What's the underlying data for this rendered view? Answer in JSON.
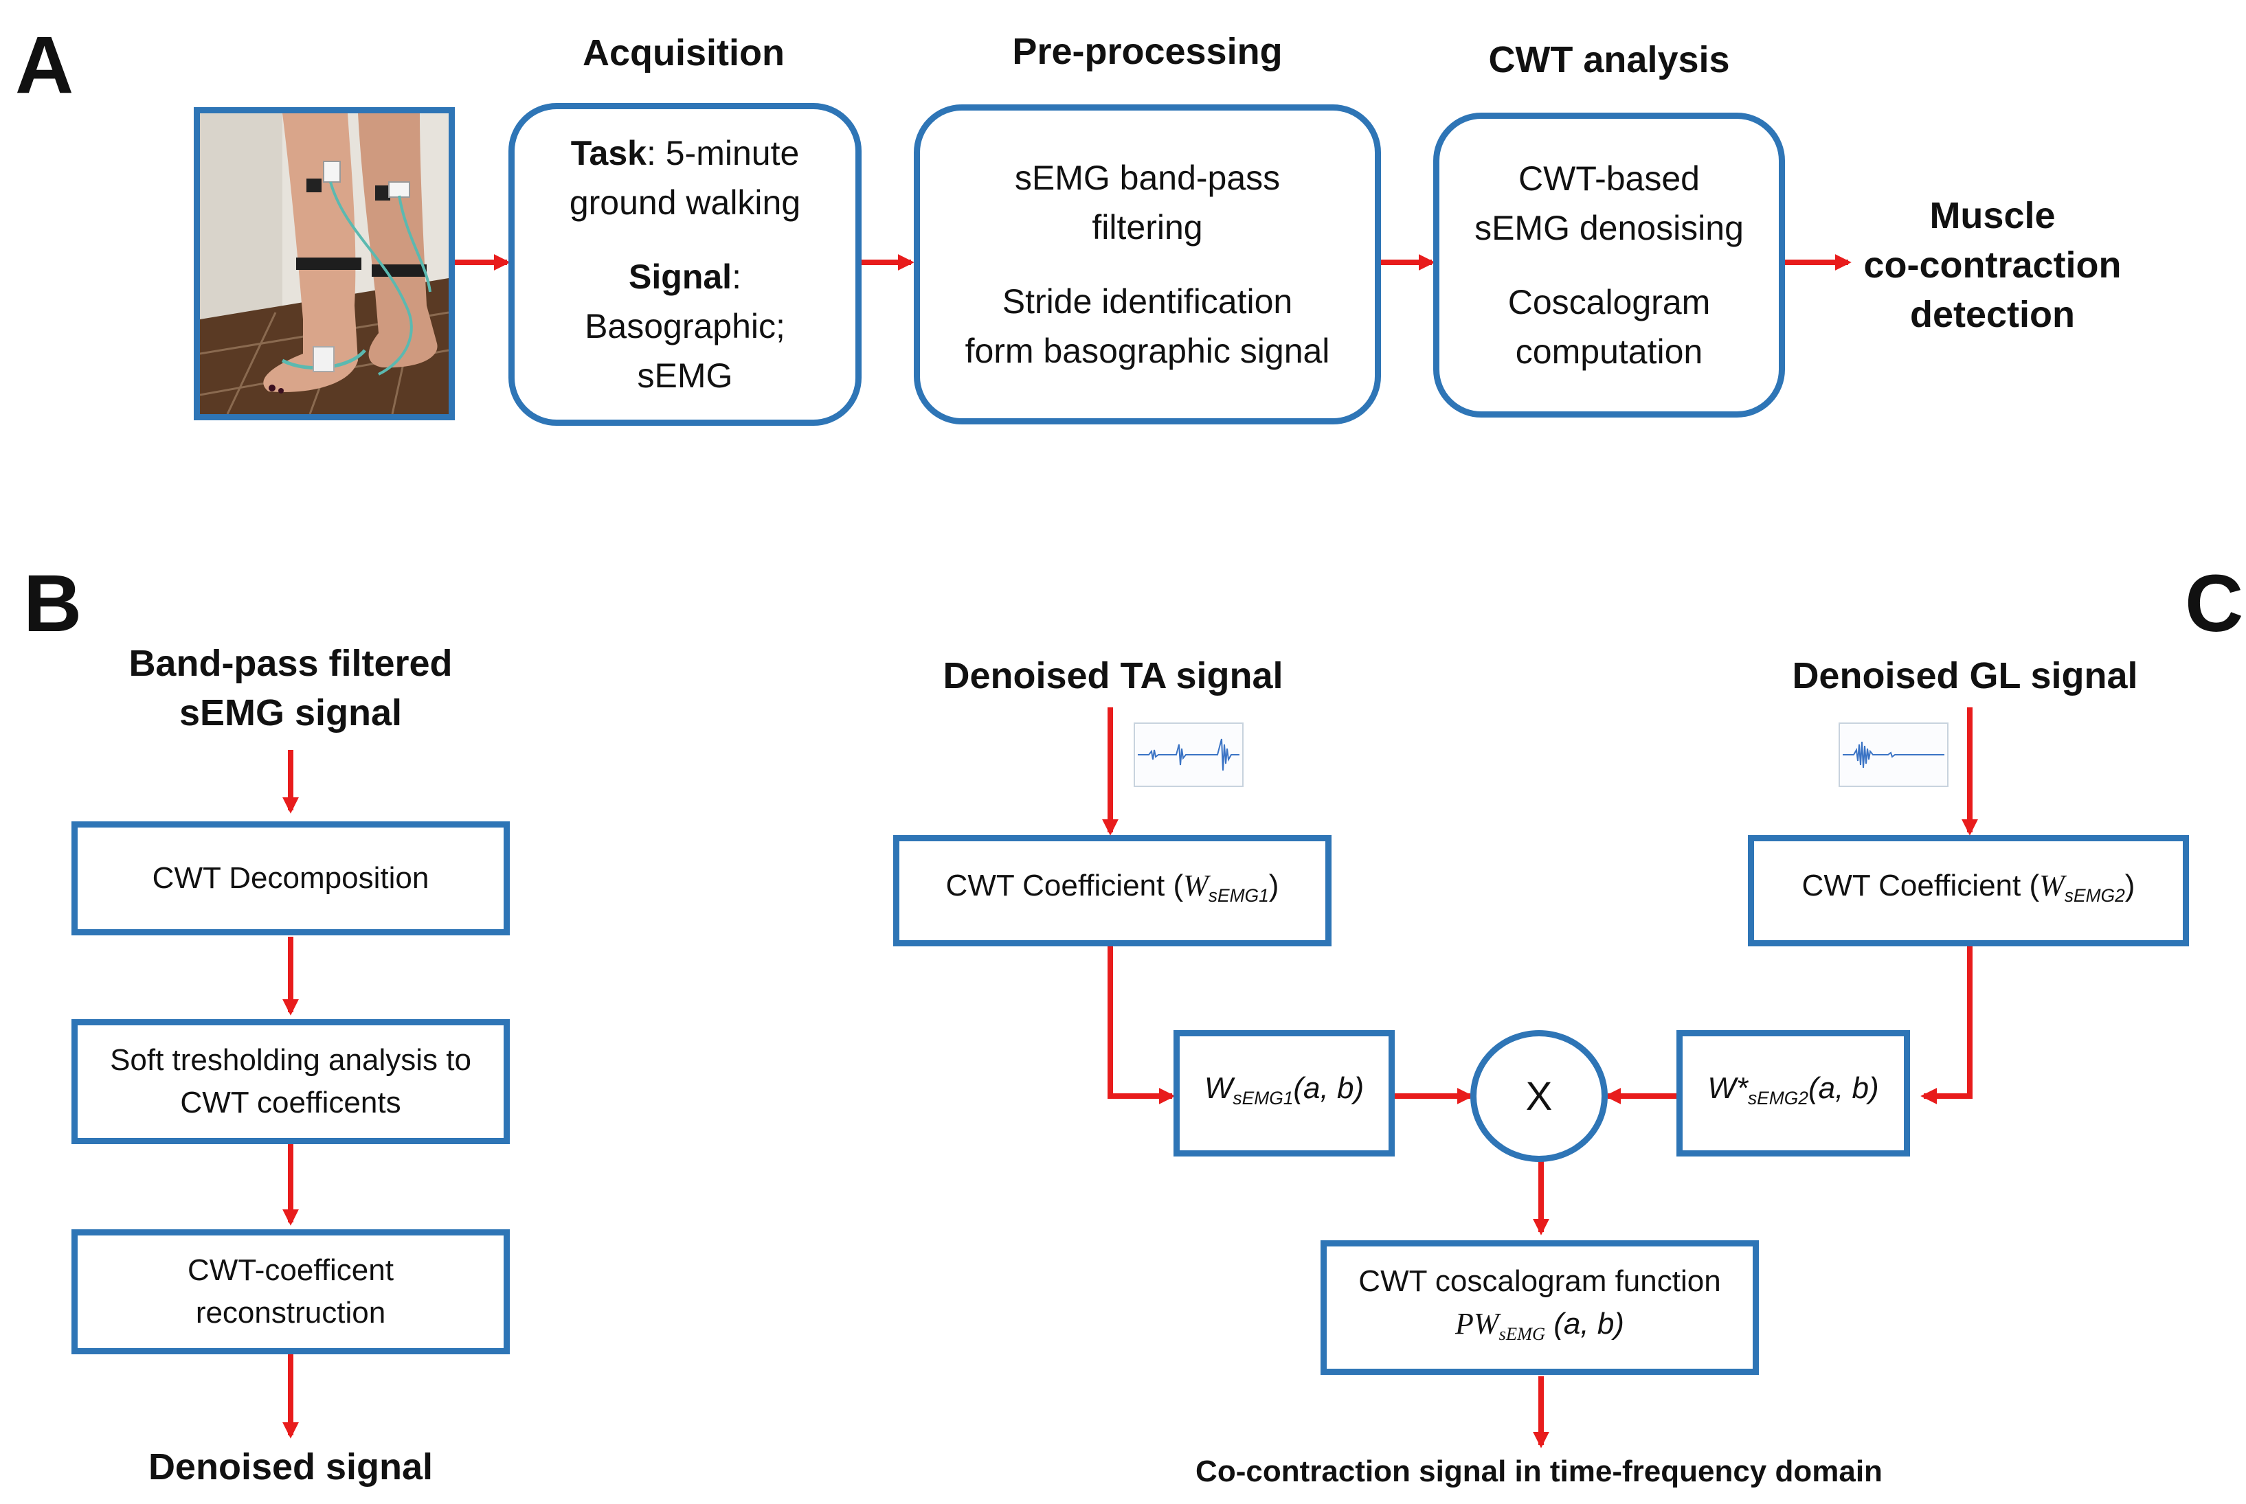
{
  "panels": {
    "a": "A",
    "b": "B",
    "c": "C"
  },
  "colors": {
    "box_border": "#2e75b6",
    "arrow": "#e81c1c",
    "text": "#111111"
  },
  "panel_a": {
    "photo": "walking-legs-with-sEMG-electrodes-photo",
    "acquisition": {
      "heading": "Acquisition",
      "task_label": "Task",
      "task_text": ": 5-minute",
      "task_text2": "ground walking",
      "signal_label": "Signal",
      "signal_colon": ":",
      "signal_text": "Basographic;",
      "signal_text2": "sEMG"
    },
    "preprocessing": {
      "heading": "Pre-processing",
      "line1": "sEMG band-pass",
      "line2": "filtering",
      "line3": "Stride identification",
      "line4": "form basographic signal"
    },
    "cwt": {
      "heading": "CWT analysis",
      "line1": "CWT-based",
      "line2": "sEMG denosising",
      "line3": "Coscalogram",
      "line4": "computation"
    },
    "output": {
      "line1": "Muscle",
      "line2": "co-contraction",
      "line3": "detection"
    }
  },
  "panel_b": {
    "input_line1": "Band-pass filtered",
    "input_line2": "sEMG signal",
    "step1": "CWT Decomposition",
    "step2_line1": "Soft tresholding analysis to",
    "step2_line2": "CWT coefficents",
    "step3_line1": "CWT-coefficent",
    "step3_line2": "reconstruction",
    "output": "Denoised signal"
  },
  "panel_c": {
    "ta_label": "Denoised TA signal",
    "gl_label": "Denoised GL signal",
    "coef1_prefix": "CWT Coefficient (",
    "coef1_var": "W",
    "coef1_sub": "sEMG1",
    "coef1_suffix": ")",
    "coef2_prefix": "CWT Coefficient (",
    "coef2_var": "W",
    "coef2_sub": "sEMG2",
    "coef2_suffix": ")",
    "w1_var": "W",
    "w1_sub": "sEMG1",
    "w1_args": "(a, b)",
    "w2_var": "W*",
    "w2_sub": "sEMG2",
    "w2_args": "(a, b)",
    "multiply": "X",
    "cosc_line1": "CWT coscalogram function",
    "cosc_var": "PW",
    "cosc_sub": "sEMG",
    "cosc_args": " (a, b)",
    "output": "Co-contraction signal in time-frequency domain"
  }
}
